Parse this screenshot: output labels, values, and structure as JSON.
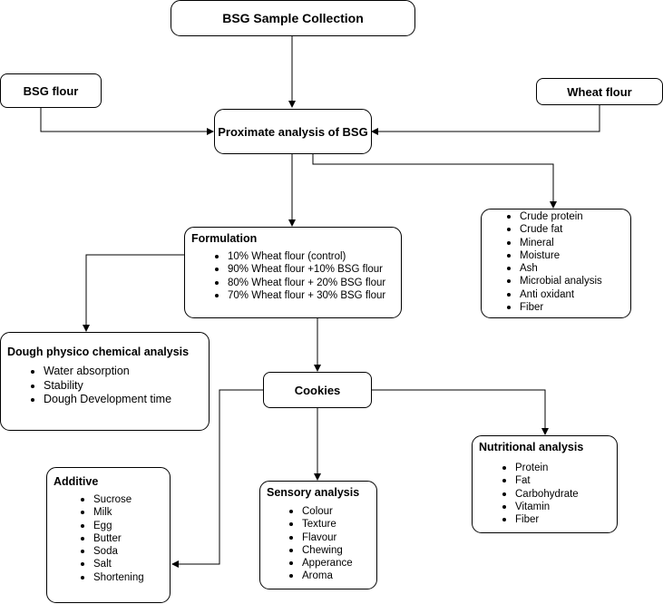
{
  "nodes": {
    "sample_collection": {
      "label": "BSG Sample Collection"
    },
    "bsg_flour": {
      "label": "BSG flour"
    },
    "wheat_flour": {
      "label": "Wheat flour"
    },
    "proximate": {
      "label": "Proximate analysis of BSG"
    },
    "proximate_items": {
      "items": [
        "Crude protein",
        "Crude fat",
        "Mineral",
        "Moisture",
        "Ash",
        "Microbial analysis",
        "Anti oxidant",
        "Fiber"
      ]
    },
    "formulation": {
      "title": "Formulation",
      "items": [
        "10% Wheat flour (control)",
        "90% Wheat flour +10% BSG flour",
        "80% Wheat flour + 20% BSG flour",
        "70% Wheat flour + 30% BSG flour"
      ]
    },
    "dough": {
      "title": "Dough physico chemical analysis",
      "items": [
        "Water absorption",
        "Stability",
        "Dough Development time"
      ]
    },
    "cookies": {
      "label": "Cookies"
    },
    "nutritional": {
      "title": "Nutritional analysis",
      "items": [
        "Protein",
        "Fat",
        "Carbohydrate",
        "Vitamin",
        "Fiber"
      ]
    },
    "additive": {
      "title": "Additive",
      "items": [
        "Sucrose",
        "Milk",
        "Egg",
        "Butter",
        "Soda",
        "Salt",
        "Shortening"
      ]
    },
    "sensory": {
      "title": "Sensory analysis",
      "items": [
        "Colour",
        "Texture",
        "Flavour",
        "Chewing",
        "Apperance",
        "Aroma"
      ]
    }
  },
  "edges": [
    {
      "from": "sample_collection",
      "to": "proximate"
    },
    {
      "from": "bsg_flour",
      "to": "proximate"
    },
    {
      "from": "wheat_flour",
      "to": "proximate"
    },
    {
      "from": "proximate",
      "to": "proximate_items"
    },
    {
      "from": "proximate",
      "to": "formulation"
    },
    {
      "from": "formulation",
      "to": "dough"
    },
    {
      "from": "formulation",
      "to": "cookies"
    },
    {
      "from": "cookies",
      "to": "nutritional"
    },
    {
      "from": "cookies",
      "to": "additive"
    },
    {
      "from": "cookies",
      "to": "sensory"
    }
  ]
}
